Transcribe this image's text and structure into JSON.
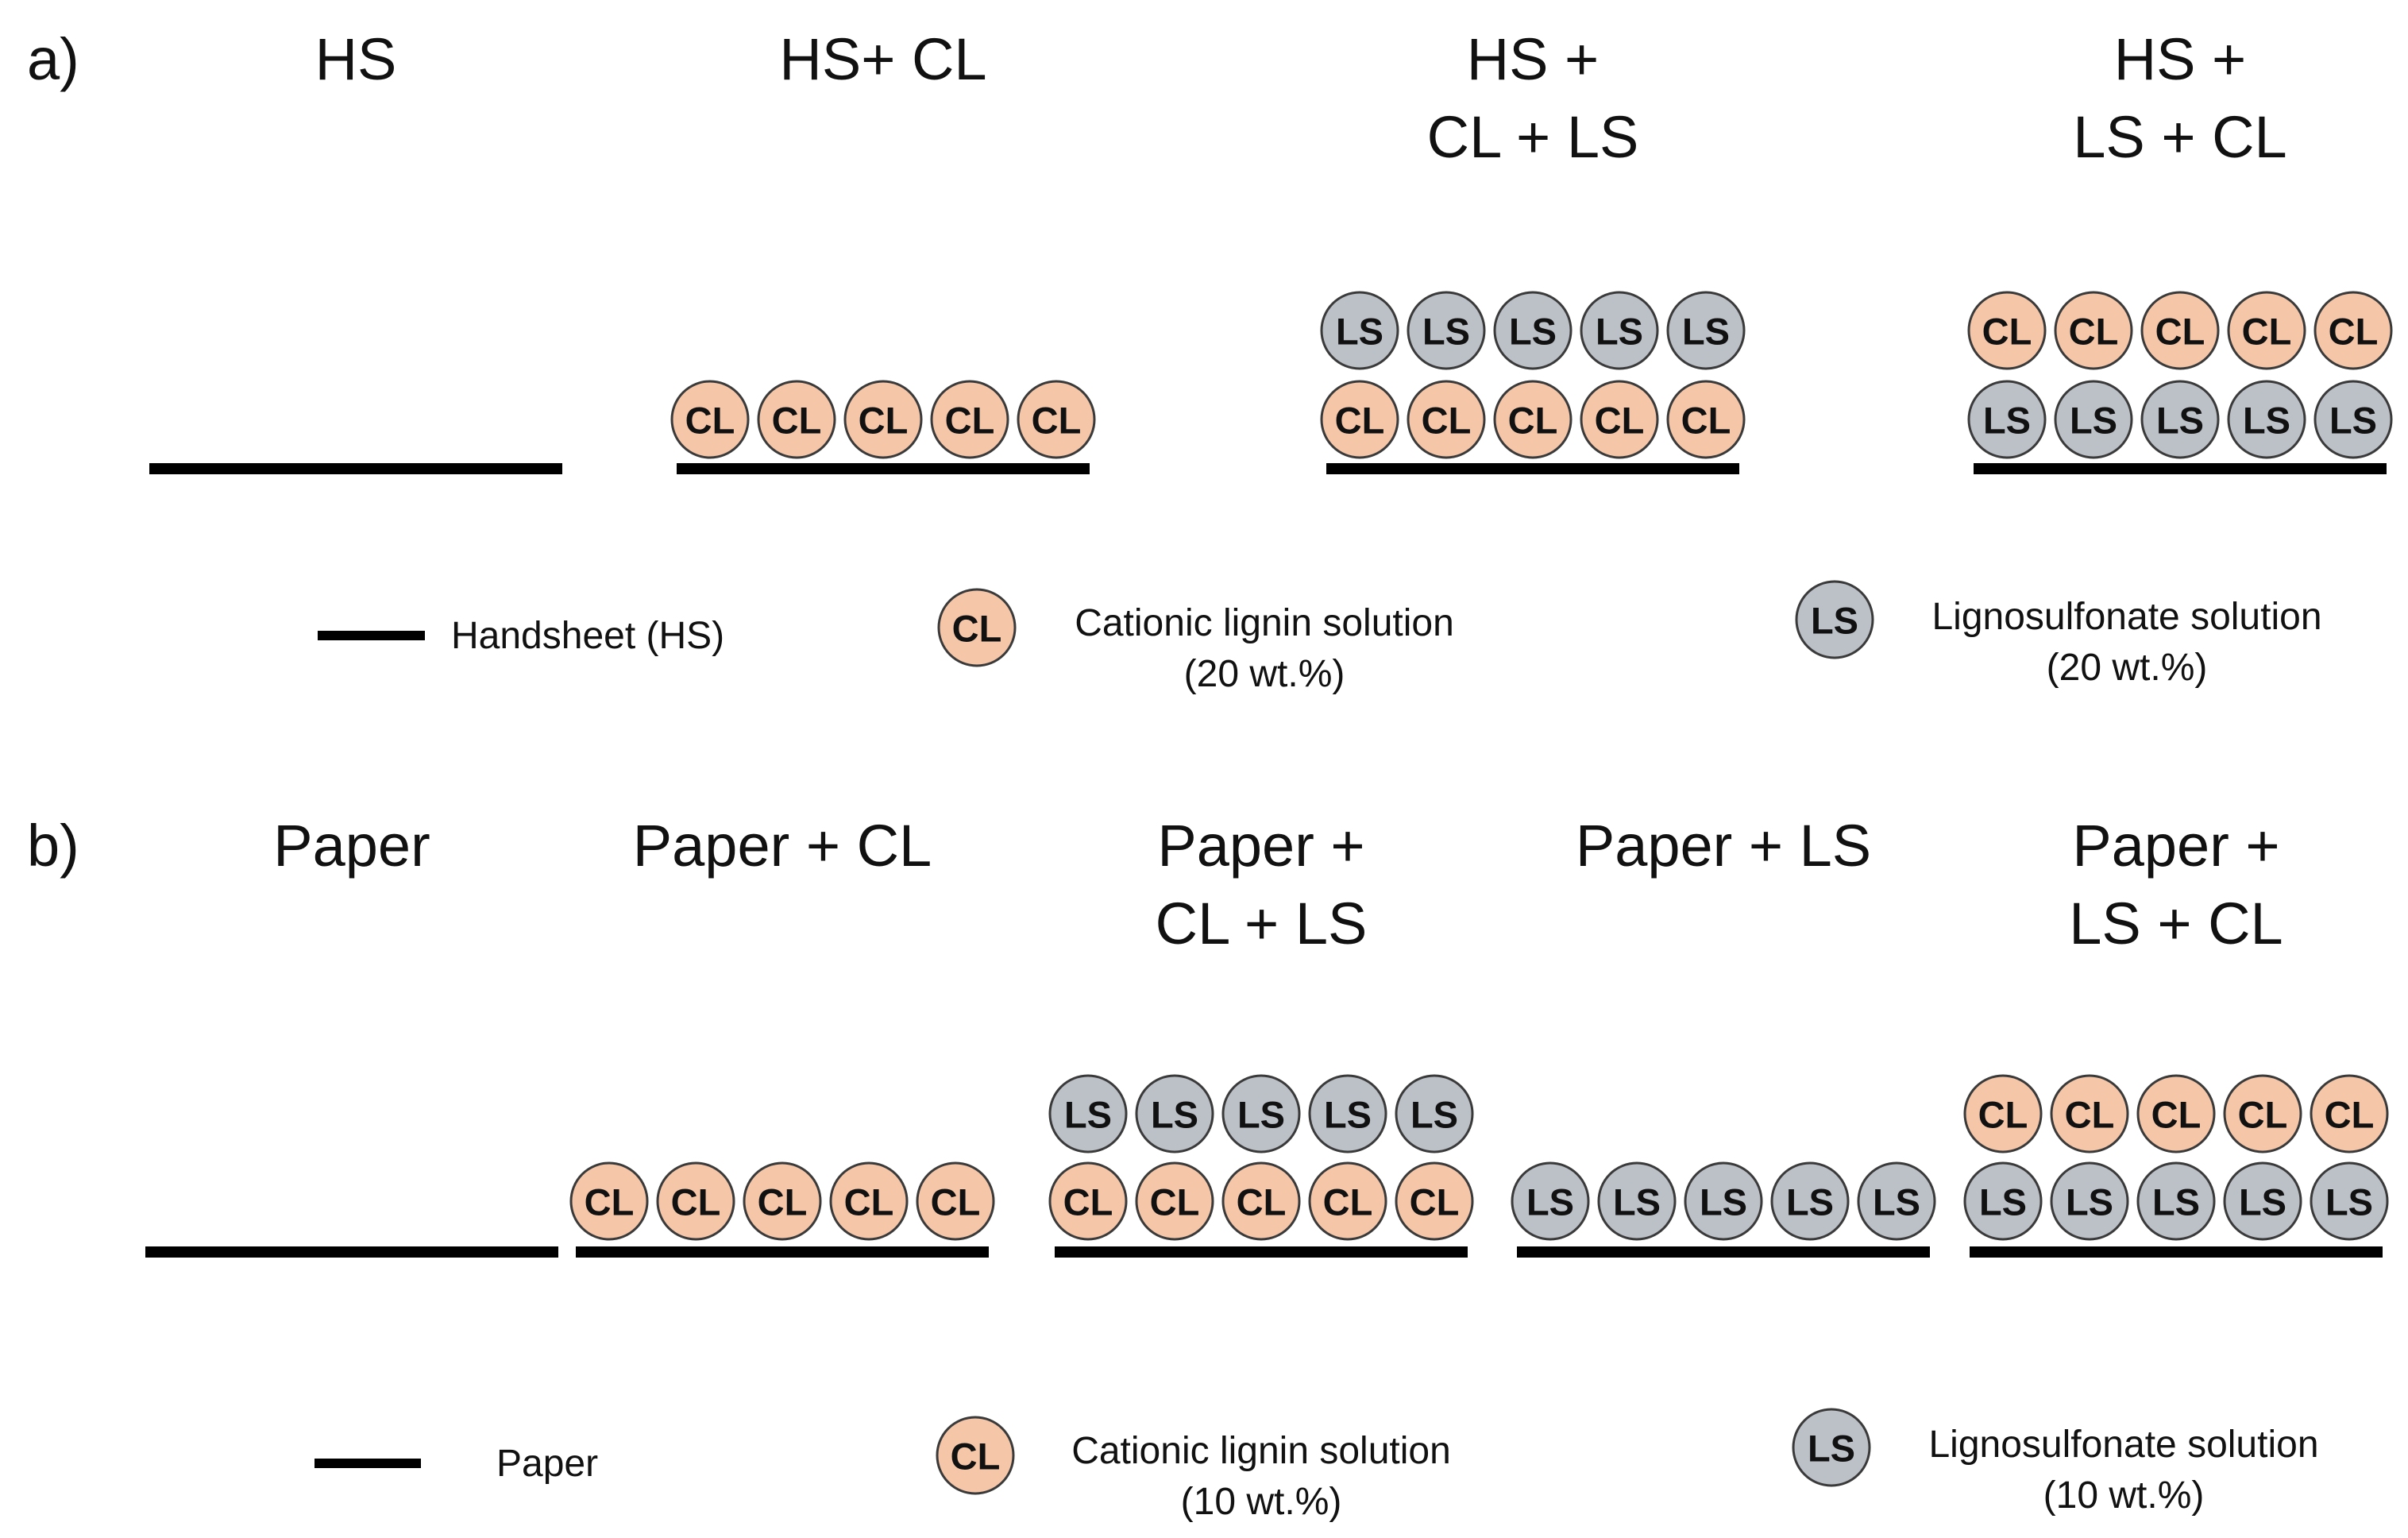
{
  "colors": {
    "cl_fill": "#f5c6a8",
    "ls_fill": "#bcc1c8",
    "outline": "#3a3a3a",
    "line": "#000000",
    "text": "#111111"
  },
  "token_labels": {
    "cl": "CL",
    "ls": "LS"
  },
  "panels": [
    {
      "id": "a",
      "label": "a)",
      "columns": [
        {
          "title_lines": [
            "HS"
          ],
          "layers": []
        },
        {
          "title_lines": [
            "HS+ CL"
          ],
          "layers": [
            "cl"
          ]
        },
        {
          "title_lines": [
            "HS +",
            "CL + LS"
          ],
          "layers": [
            "cl",
            "ls"
          ]
        },
        {
          "title_lines": [
            "HS +",
            "LS + CL"
          ],
          "layers": [
            "ls",
            "cl"
          ]
        }
      ],
      "legend": {
        "base_label": "Handsheet (HS)",
        "cl_lines": [
          "Cationic lignin solution",
          "(20 wt.%)"
        ],
        "ls_lines": [
          "Lignosulfonate solution",
          "(20 wt.%)"
        ]
      }
    },
    {
      "id": "b",
      "label": "b)",
      "columns": [
        {
          "title_lines": [
            "Paper"
          ],
          "layers": []
        },
        {
          "title_lines": [
            "Paper + CL"
          ],
          "layers": [
            "cl"
          ]
        },
        {
          "title_lines": [
            "Paper +",
            "CL + LS"
          ],
          "layers": [
            "cl",
            "ls"
          ]
        },
        {
          "title_lines": [
            "Paper + LS"
          ],
          "layers": [
            "ls"
          ]
        },
        {
          "title_lines": [
            "Paper +",
            "LS + CL"
          ],
          "layers": [
            "ls",
            "cl"
          ]
        }
      ],
      "legend": {
        "base_label": "Paper",
        "cl_lines": [
          "Cationic lignin solution",
          "(10 wt.%)"
        ],
        "ls_lines": [
          "Lignosulfonate solution",
          "(10 wt.%)"
        ]
      }
    }
  ]
}
